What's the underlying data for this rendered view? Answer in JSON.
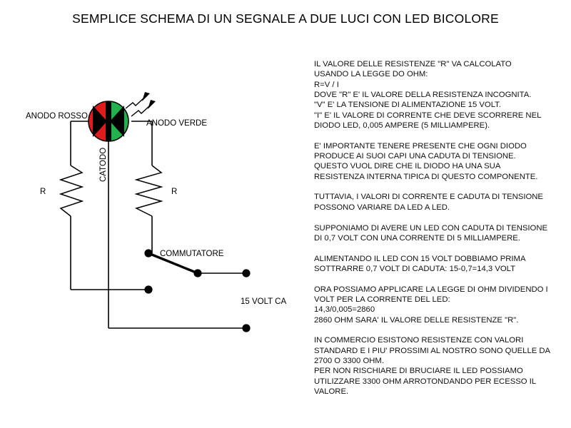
{
  "document": {
    "title": "SEMPLICE SCHEMA DI UN SEGNALE A DUE LUCI CON LED BICOLORE"
  },
  "colors": {
    "led_red": "#e01b1b",
    "led_green": "#22b14c",
    "wire": "#000000",
    "background": "#ffffff"
  },
  "schematic": {
    "labels": {
      "anode_red": "ANODO ROSSO",
      "anode_green": "ANODO VERDE",
      "cathode": "CATODO",
      "resistor_left": "R",
      "resistor_right": "R",
      "switch": "COMMUTATORE",
      "supply": "15 VOLT CA"
    },
    "components": {
      "led": {
        "name": "bicolor-led",
        "left_half_color": "#e01b1b",
        "right_half_color": "#22b14c",
        "emission_rays": 2
      },
      "resistors": 2,
      "switch_terminals": 3,
      "supply_terminals": 2
    }
  },
  "notes": {
    "paragraphs": [
      "IL VALORE DELLE RESISTENZE \"R\" VA CALCOLATO\nUSANDO LA LEGGE DO OHM:\nR=V / I\nDOVE \"R\" E' IL VALORE DELLA RESISTENZA INCOGNITA.\n\"V\" E' LA TENSIONE DI ALIMENTAZIONE 15 VOLT.\n\"I\" E' IL VALORE DI CORRENTE CHE DEVE SCORRERE NEL\nDIODO LED, 0,005 AMPERE (5 MILLIAMPERE).",
      "E' IMPORTANTE TENERE PRESENTE CHE OGNI DIODO\nPRODUCE AI SUOI CAPI UNA CADUTA DI TENSIONE.\nQUESTO VUOL DIRE CHE IL DIODO HA UNA SUA\nRESISTENZA INTERNA TIPICA DI QUESTO COMPONENTE.",
      "TUTTAVIA, I VALORI DI CORRENTE E CADUTA DI TENSIONE\nPOSSONO VARIARE DA LED A LED.",
      "SUPPONIAMO DI AVERE UN LED CON CADUTA DI TENSIONE\nDI 0,7 VOLT CON UNA CORRENTE DI 5 MILLIAMPERE.",
      "ALIMENTANDO IL LED CON 15 VOLT DOBBIAMO PRIMA\nSOTTRARRE 0,7 VOLT DI CADUTA: 15-0,7=14,3 VOLT",
      "ORA POSSIAMO APPLICARE LA LEGGE DI OHM DIVIDENDO I\nVOLT PER LA CORRENTE DEL LED:\n14,3/0,005=2860\n2860 OHM SARA' IL VALORE DELLE RESISTENZE \"R\".",
      "IN COMMERCIO ESISTONO RESISTENZE CON VALORI\nSTANDARD E I PIU' PROSSIMI AL NOSTRO SONO QUELLE DA\n2700 O 3300 OHM.\nPER NON RISCHIARE DI BRUCIARE IL LED POSSIAMO\nUTILIZZARE 3300 OHM ARROTONDANDO PER ECESSO IL\nVALORE."
    ]
  }
}
